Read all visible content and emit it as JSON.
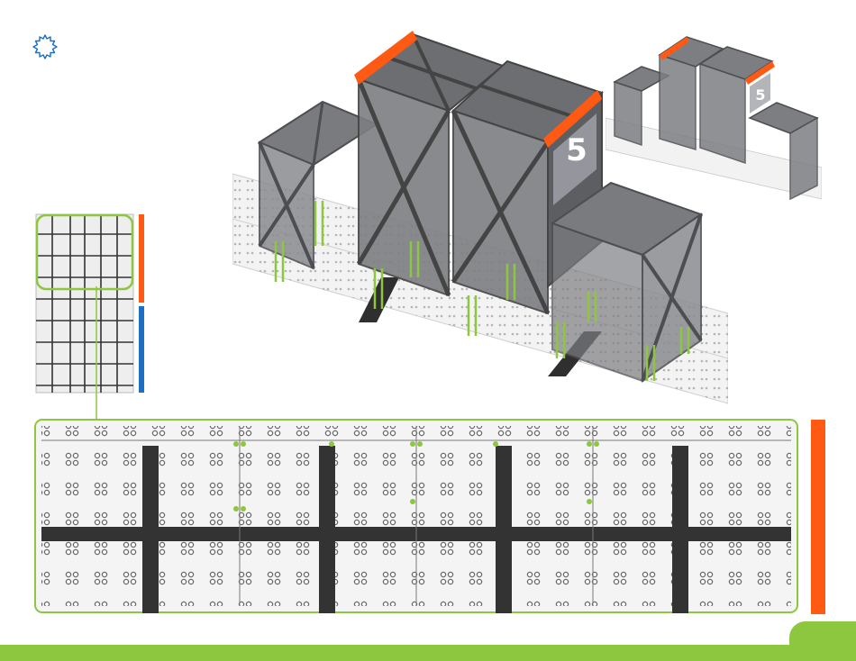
{
  "colors": {
    "accent_green": "#8dc63f",
    "highlight_orange": "#ff5a14",
    "highlight_blue": "#1c6fc2",
    "structure_gray": "#6d6e71",
    "structure_dark": "#4d4e52",
    "tile_light": "#f2f2f2",
    "tile_dark": "#333333",
    "gear_icon_blue": "#1c6fc2"
  },
  "icons": {
    "corner": "gear-outline-icon"
  },
  "build": {
    "number_plate_main": "5",
    "number_plate_mini": "5"
  },
  "field_map": {
    "long_tile_columns": 4,
    "dark_strip": "horizontal-and-vertical"
  }
}
